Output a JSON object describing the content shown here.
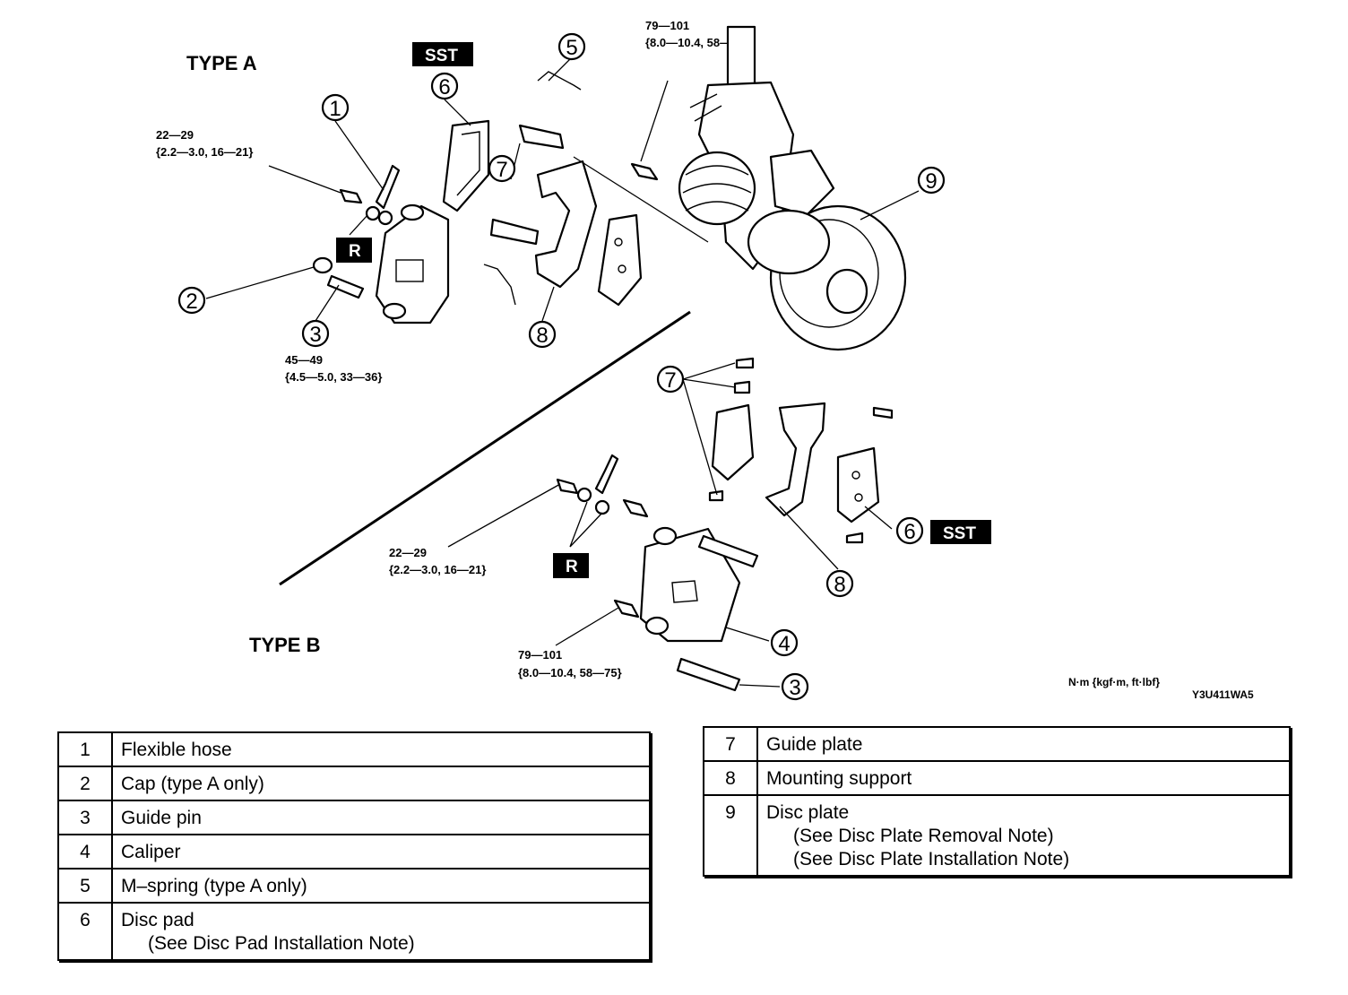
{
  "headings": {
    "type_a": "TYPE A",
    "type_b": "TYPE B"
  },
  "badges": {
    "sst": "SST",
    "r": "R"
  },
  "torques": {
    "a_hose_bolt": {
      "range": "22—29",
      "detail": "{2.2—3.0, 16—21}"
    },
    "a_guide_pin": {
      "range": "45—49",
      "detail": "{4.5—5.0, 33—36}"
    },
    "a_knuckle": {
      "range": "79—101",
      "detail": "{8.0—10.4, 58—75}"
    },
    "b_hose_bolt": {
      "range": "22—29",
      "detail": "{2.2—3.0, 16—21}"
    },
    "b_caliper_bolt": {
      "range": "79—101",
      "detail": "{8.0—10.4, 58—75}"
    }
  },
  "callouts": [
    "1",
    "2",
    "3",
    "4",
    "5",
    "6",
    "7",
    "8",
    "9"
  ],
  "units_label": "N·m {kgf·m, ft·lbf}",
  "figure_code": "Y3U411WA5",
  "parts_left": [
    {
      "num": "1",
      "lines": [
        "Flexible hose"
      ]
    },
    {
      "num": "2",
      "lines": [
        "Cap (type A only)"
      ]
    },
    {
      "num": "3",
      "lines": [
        "Guide pin"
      ]
    },
    {
      "num": "4",
      "lines": [
        "Caliper"
      ]
    },
    {
      "num": "5",
      "lines": [
        "M–spring (type A only)"
      ]
    },
    {
      "num": "6",
      "lines": [
        "Disc pad",
        "(See Disc Pad Installation Note)"
      ]
    }
  ],
  "parts_right": [
    {
      "num": "7",
      "lines": [
        "Guide plate"
      ]
    },
    {
      "num": "8",
      "lines": [
        "Mounting support"
      ]
    },
    {
      "num": "9",
      "lines": [
        "Disc plate",
        "(See  Disc Plate Removal Note)",
        "(See  Disc Plate Installation Note)"
      ]
    }
  ]
}
